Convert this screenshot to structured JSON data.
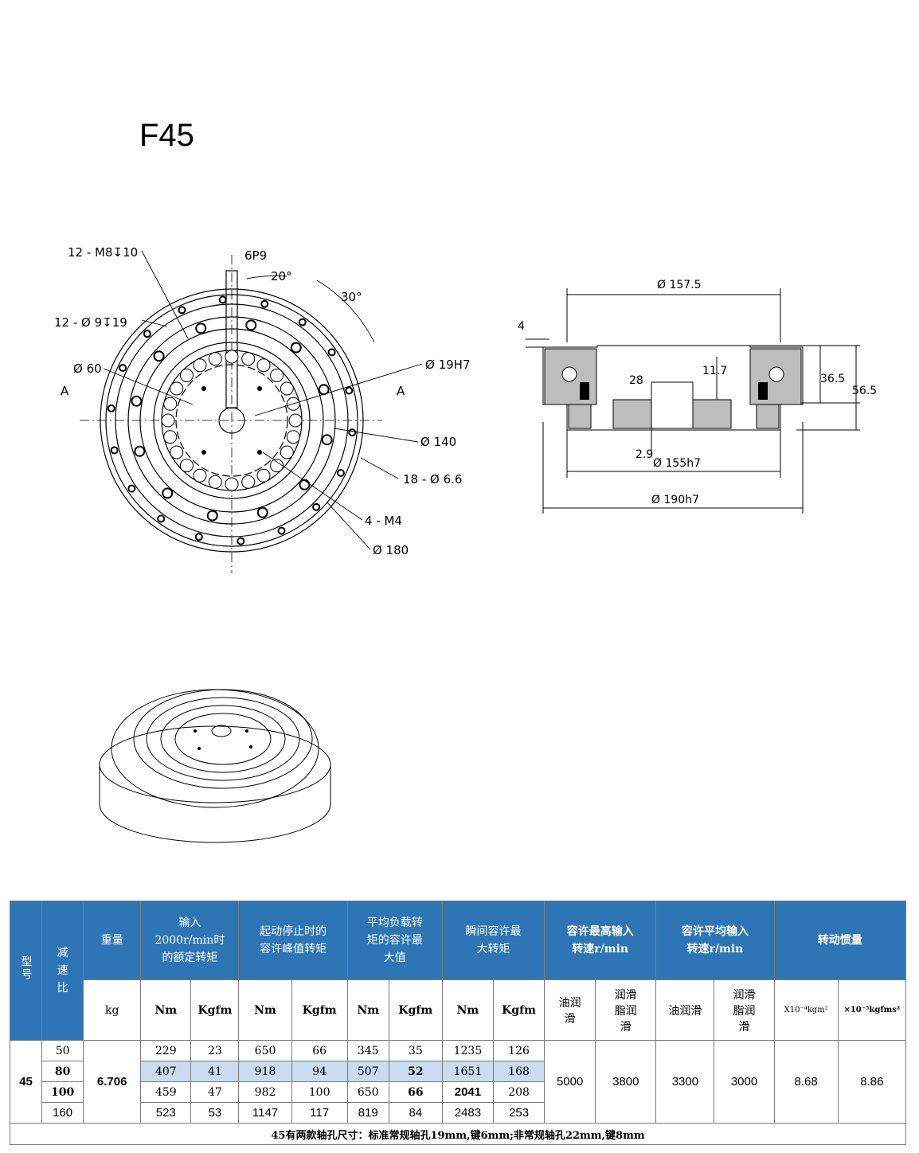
{
  "title": "F45",
  "front_view": {
    "callouts": [
      "12 - M8↧10",
      "6P9",
      "20°",
      "30°",
      "12 - Ø 9↧19",
      "Ø 60",
      "A",
      "A",
      "Ø 19H7",
      "Ø 140",
      "18 - Ø 6.6",
      "4 - M4",
      "Ø 180"
    ]
  },
  "section_view": {
    "callouts": [
      "Ø 157.5",
      "4",
      "28",
      "11.7",
      "36.5",
      "56.5",
      "2.9",
      "Ø 155h7",
      "Ø 190h7"
    ]
  },
  "table": {
    "headers": {
      "model": "型号",
      "ratio": "减速比",
      "weight": "重量",
      "rated": [
        "输入",
        "2000r/min时",
        "的额定转矩"
      ],
      "peak": [
        "起动停止时的",
        "容许峰值转矩"
      ],
      "avg": [
        "平均负载转",
        "矩的容许最",
        "大值"
      ],
      "inst": [
        "瞬间容许最",
        "大转矩"
      ],
      "max_speed": [
        "容许最高输入",
        "转速r/min"
      ],
      "avg_speed": [
        "容许平均输入",
        "转速r/min"
      ],
      "inertia": "转动惯量"
    },
    "units": {
      "kg": "kg",
      "nm": "Nm",
      "kgfm": "Kgfm",
      "oil": [
        "油润",
        "滑"
      ],
      "grease": [
        "润滑",
        "脂润",
        "滑"
      ],
      "oil2": "油润滑",
      "grease2": [
        "润滑",
        "脂润",
        "滑"
      ],
      "inertia1": "X10⁻⁴kgm²",
      "inertia2": "×10⁻⁵kgfms²"
    },
    "model": "45",
    "weight": "6.706",
    "rows": [
      {
        "ratio": "50",
        "rated_nm": "229",
        "rated_kgfm": "23",
        "peak_nm": "650",
        "peak_kgfm": "66",
        "avg_nm": "345",
        "avg_kgfm": "35",
        "inst_nm": "1235",
        "inst_kgfm": "126"
      },
      {
        "ratio": "80",
        "rated_nm": "407",
        "rated_kgfm": "41",
        "peak_nm": "918",
        "peak_kgfm": "94",
        "avg_nm": "507",
        "avg_kgfm": "52",
        "inst_nm": "1651",
        "inst_kgfm": "168"
      },
      {
        "ratio": "100",
        "rated_nm": "459",
        "rated_kgfm": "47",
        "peak_nm": "982",
        "peak_kgfm": "100",
        "avg_nm": "650",
        "avg_kgfm": "66",
        "inst_nm": "2041",
        "inst_kgfm": "208"
      },
      {
        "ratio": "160",
        "rated_nm": "523",
        "rated_kgfm": "53",
        "peak_nm": "1147",
        "peak_kgfm": "117",
        "avg_nm": "819",
        "avg_kgfm": "84",
        "inst_nm": "2483",
        "inst_kgfm": "253"
      }
    ],
    "max_speed_oil": "5000",
    "max_speed_grease": "3800",
    "avg_speed_oil": "3300",
    "avg_speed_grease": "3000",
    "inertia1": "8.68",
    "inertia2": "8.86",
    "note": "45有两款轴孔尺寸：标准常规轴孔19mm,键6mm;非常规轴孔22mm,键8mm"
  },
  "colors": {
    "header_bg": "#2e75b6",
    "highlight_row": "#c9dcf0"
  }
}
